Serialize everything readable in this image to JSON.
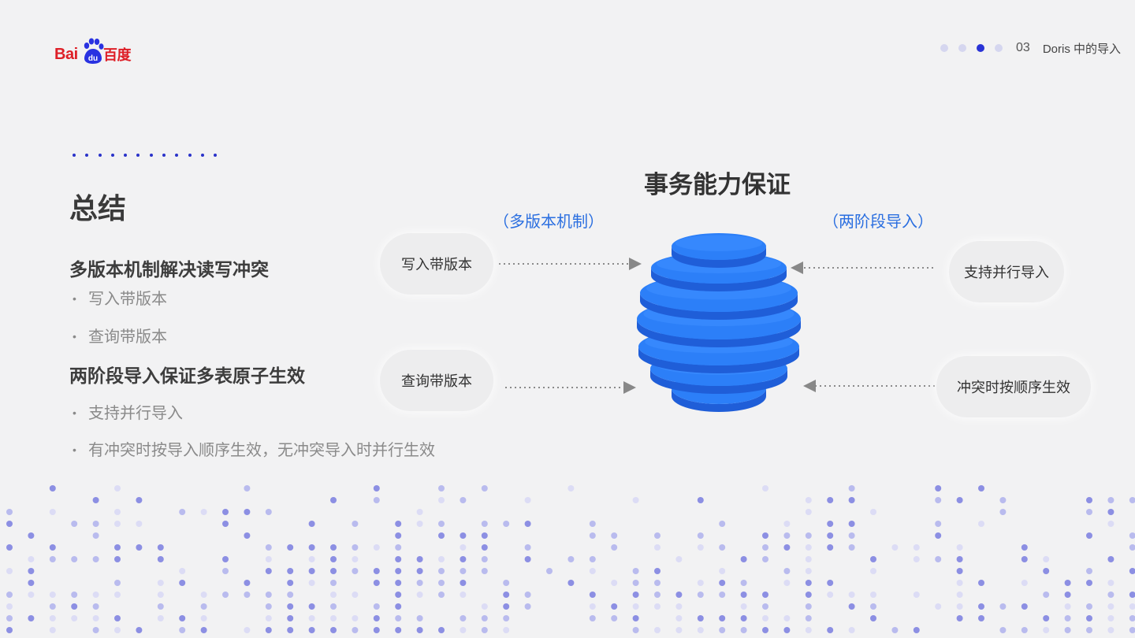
{
  "header": {
    "logo": {
      "latin": "Bai",
      "paw_text": "du",
      "chinese": "百度"
    },
    "pager": {
      "total": 4,
      "active_index": 2,
      "number": "03",
      "section": "Doris 中的导入"
    }
  },
  "summary": {
    "title": "总结",
    "groups": [
      {
        "heading": "多版本机制解决读写冲突",
        "bullets": [
          "写入带版本",
          "查询带版本"
        ]
      },
      {
        "heading": "两阶段导入保证多表原子生效",
        "bullets": [
          "支持并行导入",
          "有冲突时按导入顺序生效，无冲突导入时并行生效"
        ]
      }
    ],
    "bullet_glyph": "•"
  },
  "diagram": {
    "title": "事务能力保证",
    "left_caption": "（多版本机制）",
    "right_caption": "（两阶段导入）",
    "left_nodes": [
      "写入带版本",
      "查询带版本"
    ],
    "right_nodes": [
      "支持并行导入",
      "冲突时按顺序生效"
    ],
    "stack_icon": "database-stack-icon"
  },
  "colors": {
    "accent": "#2933d6",
    "caption_blue": "#2b6fe0",
    "logo_red": "#de1f27",
    "logo_blue": "#2932e1",
    "stack_blue": "#2a7df7",
    "dot_purple": "#8c8fe3"
  }
}
